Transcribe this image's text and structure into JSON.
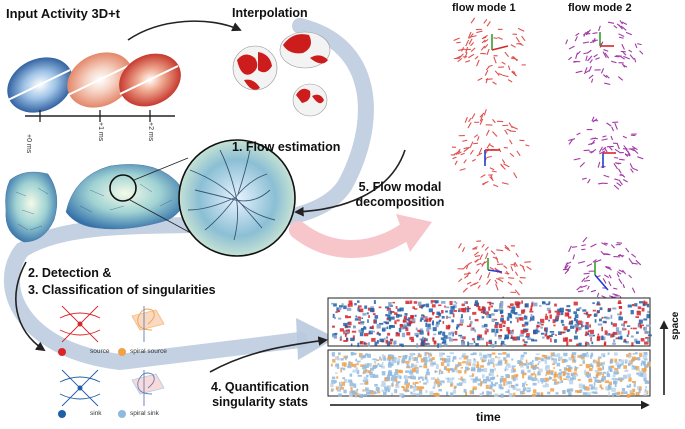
{
  "labels": {
    "input_activity": "Input Activity 3D+t",
    "interpolation": "Interpolation",
    "flow_estimation": "1. Flow estimation",
    "flow_modal_line1": "5. Flow modal",
    "flow_modal_line2": "decomposition",
    "detection": "2. Detection &",
    "classification": "3. Classification of singularities",
    "quant_line1": "4. Quantification",
    "quant_line2": "singularity stats"
  },
  "time_ticks": [
    "+0 ms",
    "+1 ms",
    "+2 ms"
  ],
  "flow_modes": [
    "flow mode 1",
    "flow mode 2"
  ],
  "legend": {
    "source": "source",
    "spiral_source": "spiral source",
    "sink": "sink",
    "spiral_sink": "spiral sink"
  },
  "axes": {
    "space": "space",
    "time": "time"
  },
  "colors": {
    "source": "#d7262c",
    "spiral_source": "#f0a14a",
    "sink": "#1f5fa8",
    "spiral_sink": "#8fb8de",
    "mode1_arrows": "#e05050",
    "mode2_arrows": "#a23aa6",
    "main_arrow": "#9fb4d0",
    "pink_arrow": "#f6c6cb"
  }
}
